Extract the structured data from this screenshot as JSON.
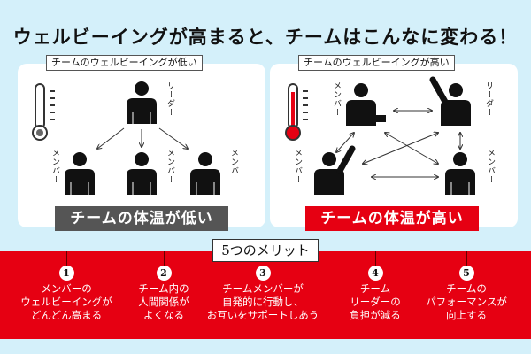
{
  "title": "ウェルビーイングが高まると、チームはこんなに変わる！",
  "low": {
    "label": "チームのウェルビーイングが低い",
    "leader": "リーダー",
    "member": "メンバー",
    "caption": "チームの体温が低い"
  },
  "high": {
    "label": "チームのウェルビーイングが高い",
    "leader": "リーダー",
    "member": "メンバー",
    "caption": "チームの体温が高い"
  },
  "merits": {
    "label": "5つのメリット",
    "items": [
      {
        "num": "1",
        "text": "メンバーのウェルビーイングがどんどん高まる",
        "l1": "メンバーの",
        "l2": "ウェルビーイングが",
        "l3": "どんどん高まる"
      },
      {
        "num": "2",
        "l1": "チーム内の",
        "l2": "人間関係が",
        "l3": "よくなる"
      },
      {
        "num": "3",
        "l1": "チームメンバーが",
        "l2": "自発的に行動し、",
        "l3": "お互いをサポートしあう"
      },
      {
        "num": "4",
        "l1": "チーム",
        "l2": "リーダーの",
        "l3": "負担が減る"
      },
      {
        "num": "5",
        "l1": "チームの",
        "l2": "パフォーマンスが",
        "l3": "向上する"
      }
    ]
  },
  "colors": {
    "bg": "#d4f0fa",
    "red": "#e60012",
    "gray": "#555555"
  }
}
